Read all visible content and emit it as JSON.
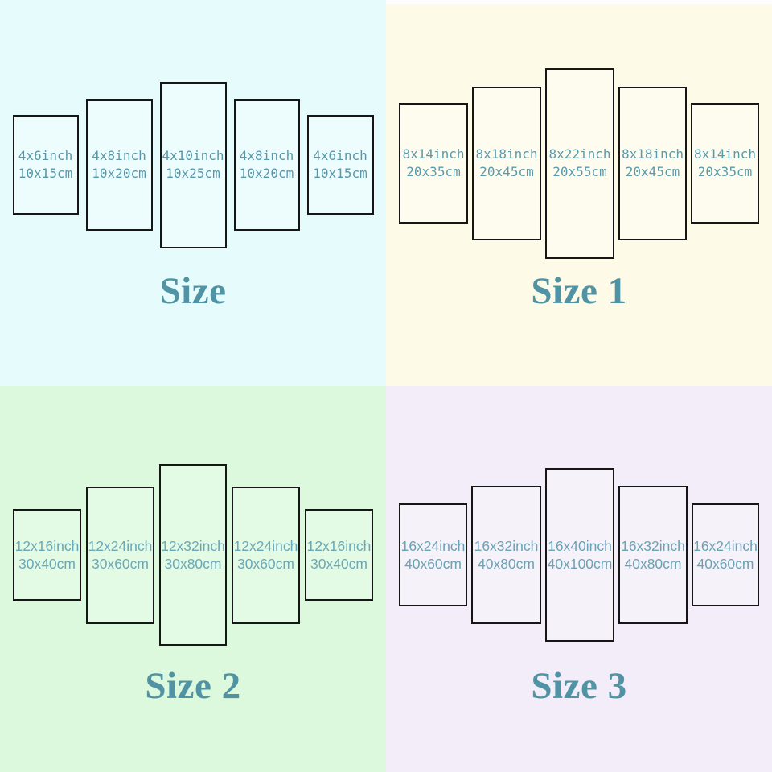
{
  "colors": {
    "title": "#4f93a4",
    "border": "#161616"
  },
  "quadrants": [
    {
      "name": "size",
      "title": "Size",
      "bg": "#e6fbfb",
      "panel_bg": "#edfdfd",
      "label_color": "#5897aa",
      "panels": [
        {
          "inch": "4x6inch",
          "cm": "10x15cm"
        },
        {
          "inch": "4x8inch",
          "cm": "10x20cm"
        },
        {
          "inch": "4x10inch",
          "cm": "10x25cm"
        },
        {
          "inch": "4x8inch",
          "cm": "10x20cm"
        },
        {
          "inch": "4x6inch",
          "cm": "10x15cm"
        }
      ]
    },
    {
      "name": "size-1",
      "title": "Size 1",
      "bg": "#fdfbe8",
      "panel_bg": "#fefcee",
      "label_color": "#5b9aab",
      "panels": [
        {
          "inch": "8x14inch",
          "cm": "20x35cm"
        },
        {
          "inch": "8x18inch",
          "cm": "20x45cm"
        },
        {
          "inch": "8x22inch",
          "cm": "20x55cm"
        },
        {
          "inch": "8x18inch",
          "cm": "20x45cm"
        },
        {
          "inch": "8x14inch",
          "cm": "20x35cm"
        }
      ]
    },
    {
      "name": "size-2",
      "title": "Size 2",
      "bg": "#dcf9dd",
      "panel_bg": "#e3fbe4",
      "label_color": "#6ba8b6",
      "panels": [
        {
          "inch": "12x16inch",
          "cm": "30x40cm"
        },
        {
          "inch": "12x24inch",
          "cm": "30x60cm"
        },
        {
          "inch": "12x32inch",
          "cm": "30x80cm"
        },
        {
          "inch": "12x24inch",
          "cm": "30x60cm"
        },
        {
          "inch": "12x16inch",
          "cm": "30x40cm"
        }
      ]
    },
    {
      "name": "size-3",
      "title": "Size 3",
      "bg": "#f2edf8",
      "panel_bg": "#f6f2fa",
      "label_color": "#6ba2b5",
      "panels": [
        {
          "inch": "16x24inch",
          "cm": "40x60cm"
        },
        {
          "inch": "16x32inch",
          "cm": "40x80cm"
        },
        {
          "inch": "16x40inch",
          "cm": "40x100cm"
        },
        {
          "inch": "16x32inch",
          "cm": "40x80cm"
        },
        {
          "inch": "16x24inch",
          "cm": "40x60cm"
        }
      ]
    }
  ]
}
